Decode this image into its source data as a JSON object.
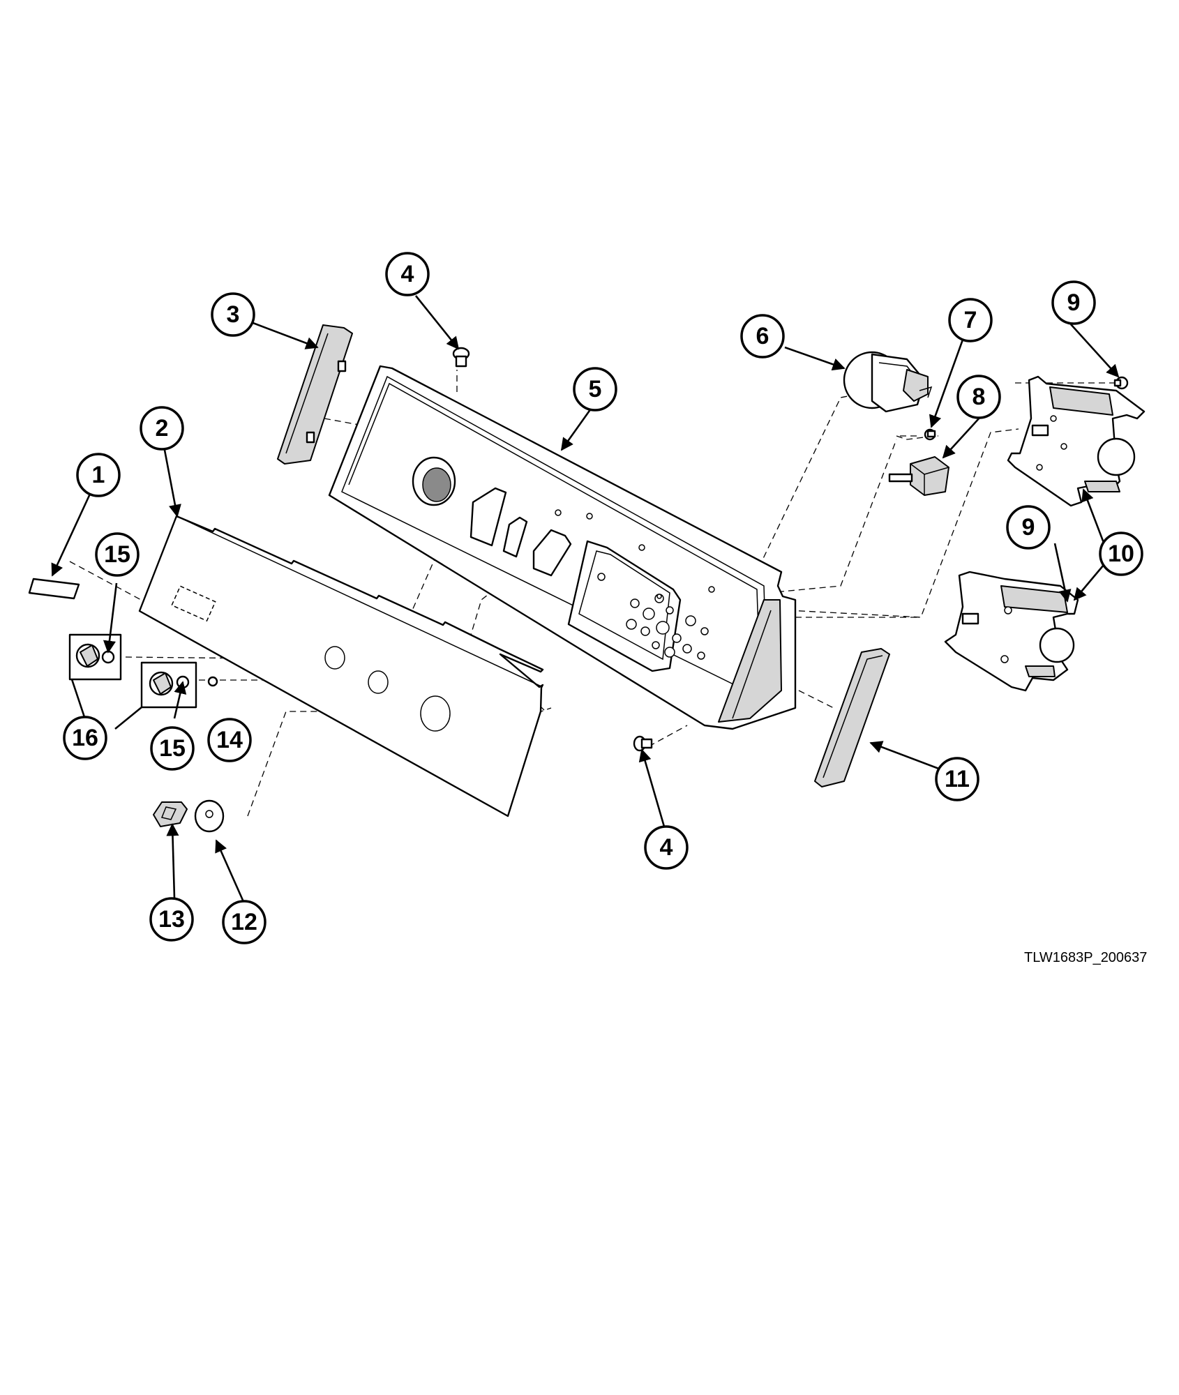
{
  "diagram": {
    "reference_code": "TLW1683P_200637",
    "callouts": [
      {
        "id": "c1",
        "label": "1"
      },
      {
        "id": "c2",
        "label": "2"
      },
      {
        "id": "c3",
        "label": "3"
      },
      {
        "id": "c4a",
        "label": "4"
      },
      {
        "id": "c4b",
        "label": "4"
      },
      {
        "id": "c5",
        "label": "5"
      },
      {
        "id": "c6",
        "label": "6"
      },
      {
        "id": "c7",
        "label": "7"
      },
      {
        "id": "c8",
        "label": "8"
      },
      {
        "id": "c9a",
        "label": "9"
      },
      {
        "id": "c9b",
        "label": "9"
      },
      {
        "id": "c10",
        "label": "10"
      },
      {
        "id": "c11",
        "label": "11"
      },
      {
        "id": "c12",
        "label": "12"
      },
      {
        "id": "c13",
        "label": "13"
      },
      {
        "id": "c14",
        "label": "14"
      },
      {
        "id": "c15a",
        "label": "15"
      },
      {
        "id": "c15b",
        "label": "15"
      },
      {
        "id": "c16",
        "label": "16"
      }
    ]
  }
}
